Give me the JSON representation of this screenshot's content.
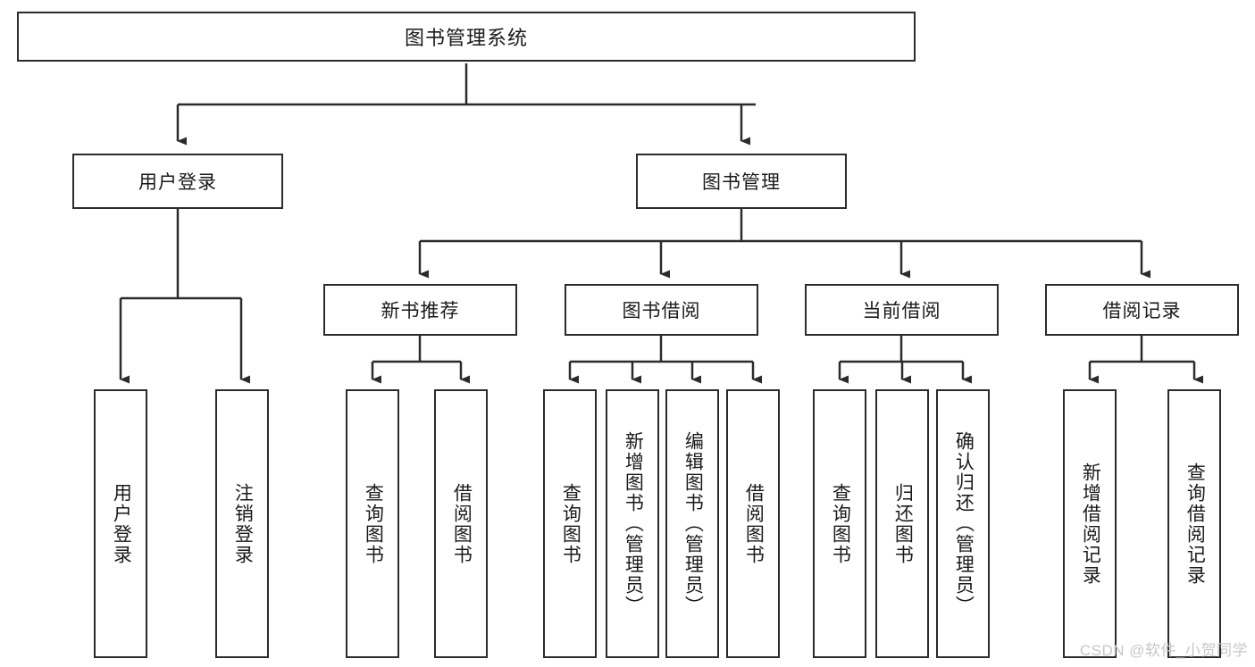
{
  "diagram": {
    "title": "图书管理系统",
    "type": "tree",
    "watermark": "CSDN @软件_小贺同学",
    "colors": {
      "border": "#2b2b2b",
      "background": "#ffffff",
      "text": "#1a1a1a",
      "connector": "#2b2b2b",
      "watermark": "#c7c7c7"
    },
    "nodes": {
      "root": {
        "label": "图书管理系统"
      },
      "level1": [
        {
          "label": "用户登录"
        },
        {
          "label": "图书管理"
        }
      ],
      "level2": [
        {
          "label": "新书推荐"
        },
        {
          "label": "图书借阅"
        },
        {
          "label": "当前借阅"
        },
        {
          "label": "借阅记录"
        }
      ],
      "leaves": {
        "user_login": [
          {
            "label": "用户登录"
          },
          {
            "label": "注销登录"
          }
        ],
        "new_book_recommend": [
          {
            "label": "查询图书"
          },
          {
            "label": "借阅图书"
          }
        ],
        "book_borrow": [
          {
            "label": "查询图书"
          },
          {
            "label": "新增图书（管理员）"
          },
          {
            "label": "编辑图书（管理员）"
          },
          {
            "label": "借阅图书"
          }
        ],
        "current_borrow": [
          {
            "label": "查询图书"
          },
          {
            "label": "归还图书"
          },
          {
            "label": "确认归还（管理员）"
          }
        ],
        "borrow_record": [
          {
            "label": "新增借阅记录"
          },
          {
            "label": "查询借阅记录"
          }
        ]
      }
    }
  }
}
